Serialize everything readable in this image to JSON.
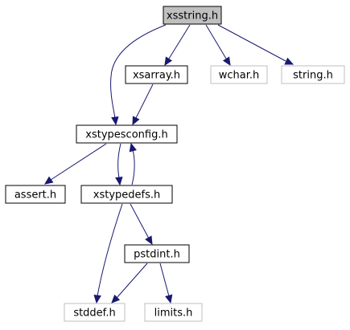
{
  "diagram": {
    "colors": {
      "edge": "#191970",
      "focus_fill": "#bfbfbf",
      "focus_stroke": "#000000",
      "node_fill": "#ffffff",
      "node_stroke": "#000000",
      "external_stroke": "#bfbfbf"
    },
    "nodes": [
      {
        "id": "xsstring",
        "label": "xsstring.h",
        "kind": "focus"
      },
      {
        "id": "xsarray",
        "label": "xsarray.h",
        "kind": "local"
      },
      {
        "id": "wchar",
        "label": "wchar.h",
        "kind": "external"
      },
      {
        "id": "string",
        "label": "string.h",
        "kind": "external"
      },
      {
        "id": "xstypesconfig",
        "label": "xstypesconfig.h",
        "kind": "local"
      },
      {
        "id": "assert",
        "label": "assert.h",
        "kind": "local"
      },
      {
        "id": "xstypedefs",
        "label": "xstypedefs.h",
        "kind": "local"
      },
      {
        "id": "pstdint",
        "label": "pstdint.h",
        "kind": "local"
      },
      {
        "id": "stddef",
        "label": "stddef.h",
        "kind": "external"
      },
      {
        "id": "limits",
        "label": "limits.h",
        "kind": "external"
      }
    ],
    "edges": [
      {
        "from": "xsstring",
        "to": "xsarray"
      },
      {
        "from": "xsstring",
        "to": "wchar"
      },
      {
        "from": "xsstring",
        "to": "string"
      },
      {
        "from": "xsstring",
        "to": "xstypesconfig"
      },
      {
        "from": "xsarray",
        "to": "xstypesconfig"
      },
      {
        "from": "xstypesconfig",
        "to": "assert"
      },
      {
        "from": "xstypesconfig",
        "to": "xstypedefs"
      },
      {
        "from": "xstypedefs",
        "to": "xstypesconfig"
      },
      {
        "from": "xstypedefs",
        "to": "pstdint"
      },
      {
        "from": "xstypedefs",
        "to": "stddef"
      },
      {
        "from": "pstdint",
        "to": "stddef"
      },
      {
        "from": "pstdint",
        "to": "limits"
      }
    ]
  }
}
